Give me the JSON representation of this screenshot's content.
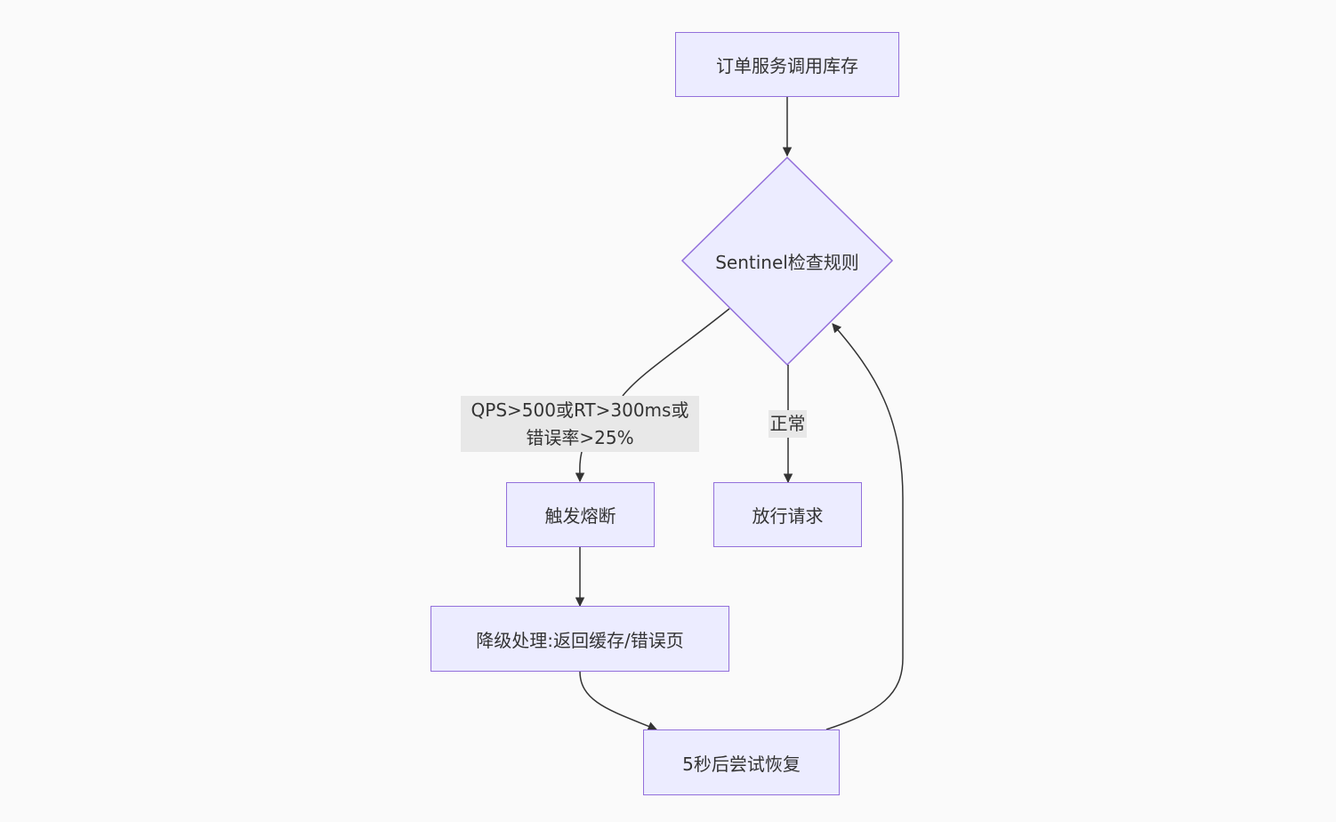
{
  "diagram": {
    "nodes": {
      "order_call": "订单服务调用库存",
      "sentinel_check": "Sentinel检查规则",
      "trigger_breaker": "触发熔断",
      "pass_request": "放行请求",
      "degrade": "降级处理:返回缓存/错误页",
      "recover": "5秒后尝试恢复"
    },
    "edges": {
      "threshold_label": "QPS>500或RT>300ms或错误率>25%",
      "normal_label": "正常"
    },
    "colors": {
      "node_fill": "#ececff",
      "node_stroke": "#9370db",
      "edge": "#333333",
      "edge_label_bg": "#e8e8e8",
      "background": "#fafafa"
    }
  }
}
